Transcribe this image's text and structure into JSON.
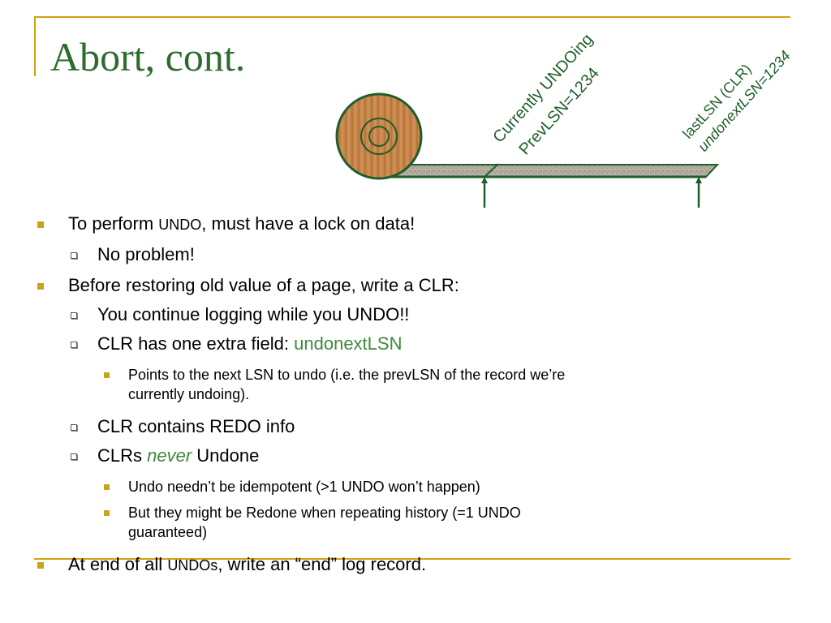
{
  "title": "Abort, cont.",
  "colors": {
    "title": "#2f6b2f",
    "accent_green": "#3c8a3c",
    "frame": "#d4a017",
    "log_outline": "#1e5e2a",
    "roll_wood": "#c8854a"
  },
  "illustration": {
    "label_current_line1": "Currently UNDOing",
    "label_current_line2": "PrevLSN=1234",
    "label_last_line1": "lastLSN (CLR)",
    "label_last_line2": "undonextLSN=1234"
  },
  "bullets": {
    "b1_pre": "To perform ",
    "b1_undo": "UNDO",
    "b1_post": ", must have a lock on data!",
    "b1a": "No problem!",
    "b2": "Before restoring old value of a page, write a CLR:",
    "b2a": "You continue logging while you UNDO!!",
    "b2b_pre": "CLR has one extra field: ",
    "b2b_field": "undonextLSN",
    "b2b_i_line1": "Points to the next LSN to undo (i.e. the prevLSN of the record we’re",
    "b2b_i_line2": "currently undoing).",
    "b2c": "CLR contains REDO info",
    "b2d_pre": "CLRs ",
    "b2d_never": "never",
    "b2d_post": " Undone",
    "b2d_i": "Undo needn’t be idempotent (>1 UNDO won’t happen)",
    "b2d_ii_line1": "But they might be Redone when repeating history (=1 UNDO",
    "b2d_ii_line2": "guaranteed)",
    "b3_pre": "At end of all ",
    "b3_undo": "UNDOs",
    "b3_post": ", write an “end” log record."
  }
}
